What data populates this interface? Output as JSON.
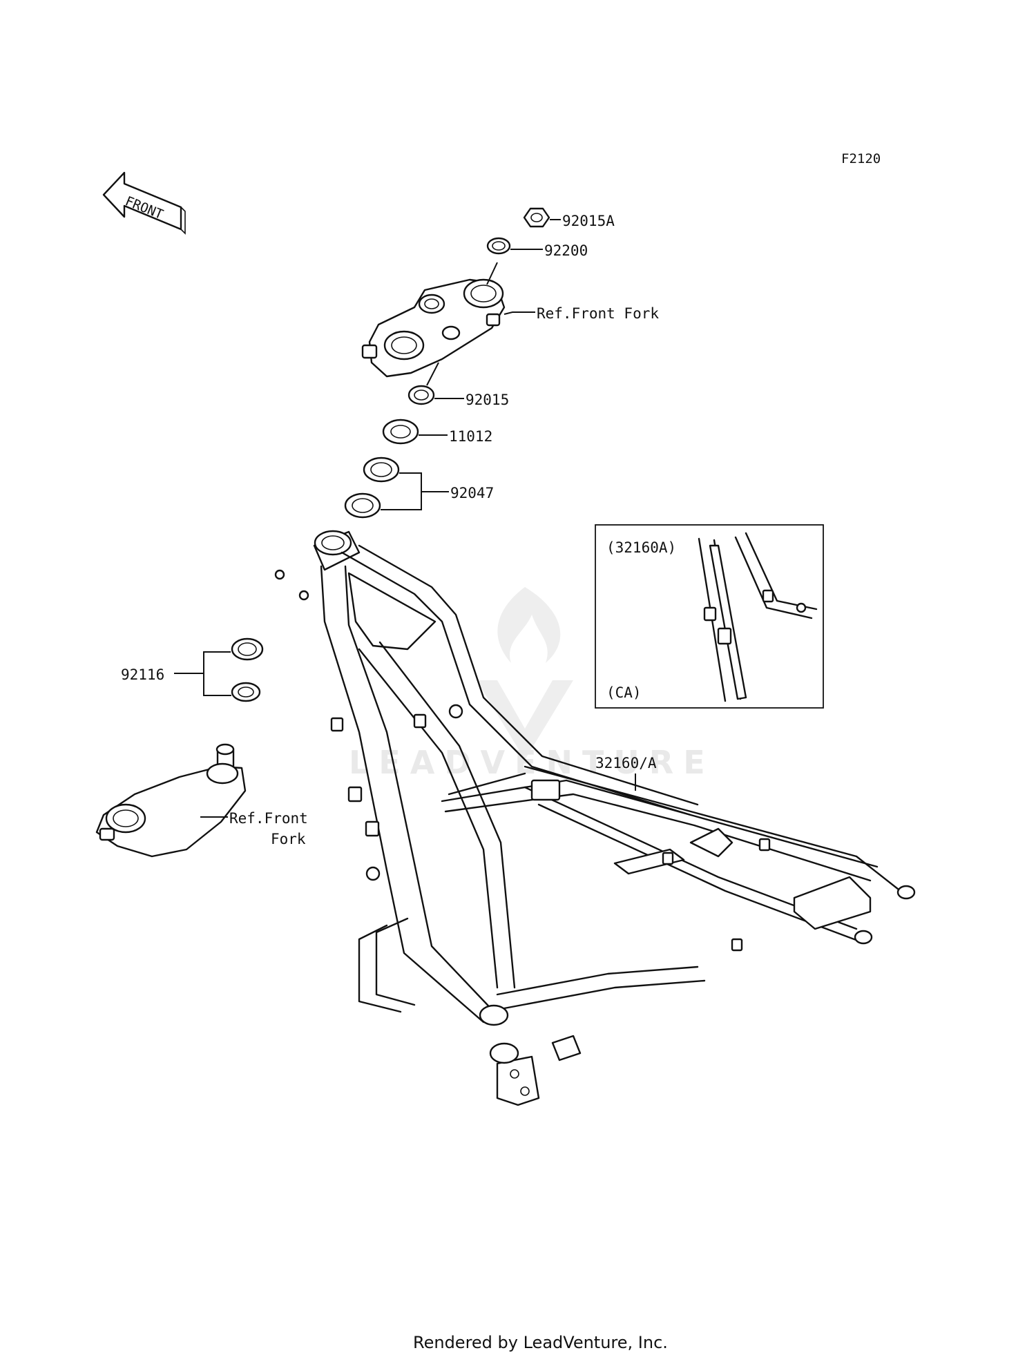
{
  "diagram": {
    "code": "F2120",
    "front_arrow": "FRONT",
    "callouts": [
      {
        "id": "92015A",
        "text": "92015A"
      },
      {
        "id": "92200",
        "text": "92200"
      },
      {
        "id": "ref-front-fork-upper",
        "text": "Ref.Front Fork"
      },
      {
        "id": "92015",
        "text": "92015"
      },
      {
        "id": "11012",
        "text": "11012"
      },
      {
        "id": "92047",
        "text": "92047"
      },
      {
        "id": "92116",
        "text": "92116"
      },
      {
        "id": "ref-front-fork-lower-1",
        "text": "Ref.Front"
      },
      {
        "id": "ref-front-fork-lower-2",
        "text": "Fork"
      },
      {
        "id": "32160-A",
        "text": "32160/A"
      }
    ],
    "inset": {
      "title": "(32160A)",
      "note": "(CA)"
    },
    "watermark": "LEADVENTURE",
    "footer": "Rendered by LeadVenture, Inc."
  }
}
